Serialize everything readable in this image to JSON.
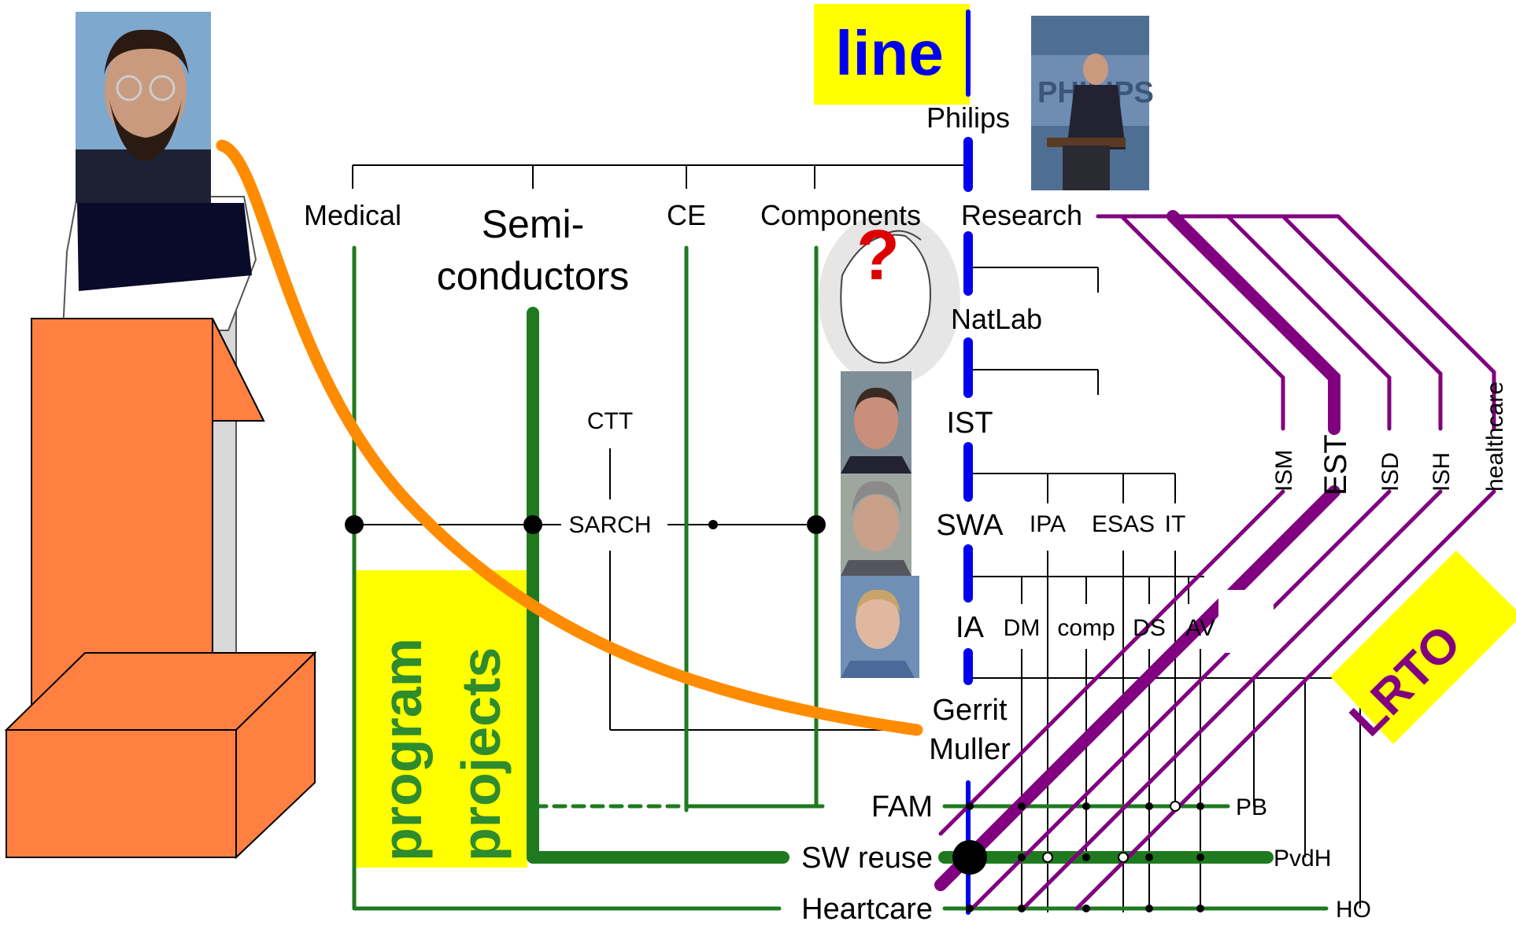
{
  "colors": {
    "line_blue": "#0000EE",
    "program_green": "#1F7A1F",
    "lrto_purple": "#800080",
    "curve_orange": "#FF8C00",
    "podium_orange": "#FF8040",
    "highlight_yellow": "#FFFF00"
  },
  "line_box": {
    "label": "line"
  },
  "program_box": {
    "line1": "program",
    "line2": "projects"
  },
  "lrto_box": {
    "label": "LRTO"
  },
  "org": {
    "root": "Philips",
    "divisions": {
      "medical": "Medical",
      "semi_1": "Semi-",
      "semi_2": "conductors",
      "ce": "CE",
      "components": "Components",
      "research": "Research"
    },
    "research": {
      "natlab": "NatLab",
      "ist": "IST",
      "swa": "SWA",
      "ia": "IA",
      "person_1": "Gerrit",
      "person_2": "Muller"
    },
    "swa_groups": {
      "ipa": "IPA",
      "esas": "ESAS",
      "it": "IT"
    },
    "ia_groups": {
      "dm": "DM",
      "comp": "comp",
      "ds": "DS",
      "av": "AV"
    },
    "cross": {
      "ctt": "CTT",
      "sarch": "SARCH"
    }
  },
  "programs": {
    "fam": "FAM",
    "sw_reuse": "SW reuse",
    "heartcare": "Heartcare"
  },
  "program_leads": {
    "pb": "PB",
    "pvdh": "PvdH",
    "ho": "HO"
  },
  "lrto_items": {
    "ism": "ISM",
    "est": "EST",
    "isd": "ISD",
    "ish": "ISH",
    "healthcare": "healthcare"
  },
  "decor": {
    "question_mark": "?",
    "banner_text": "PHILIPS"
  }
}
